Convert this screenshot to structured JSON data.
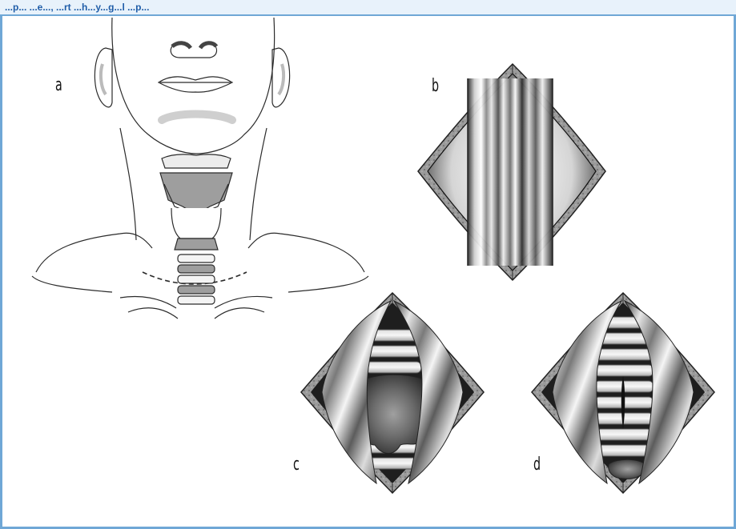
{
  "header": {
    "caption_fragment": "...p... ...e..., ...rt ...h...y...g...l ...p..."
  },
  "panels": {
    "a": "a",
    "b": "b",
    "c": "c",
    "d": "d"
  },
  "colors": {
    "frame_border": "#6fa7d6",
    "header_text": "#1f5da8",
    "cartilage_fill": "#9e9e9e",
    "skin_edge": "#7a7a7a"
  }
}
